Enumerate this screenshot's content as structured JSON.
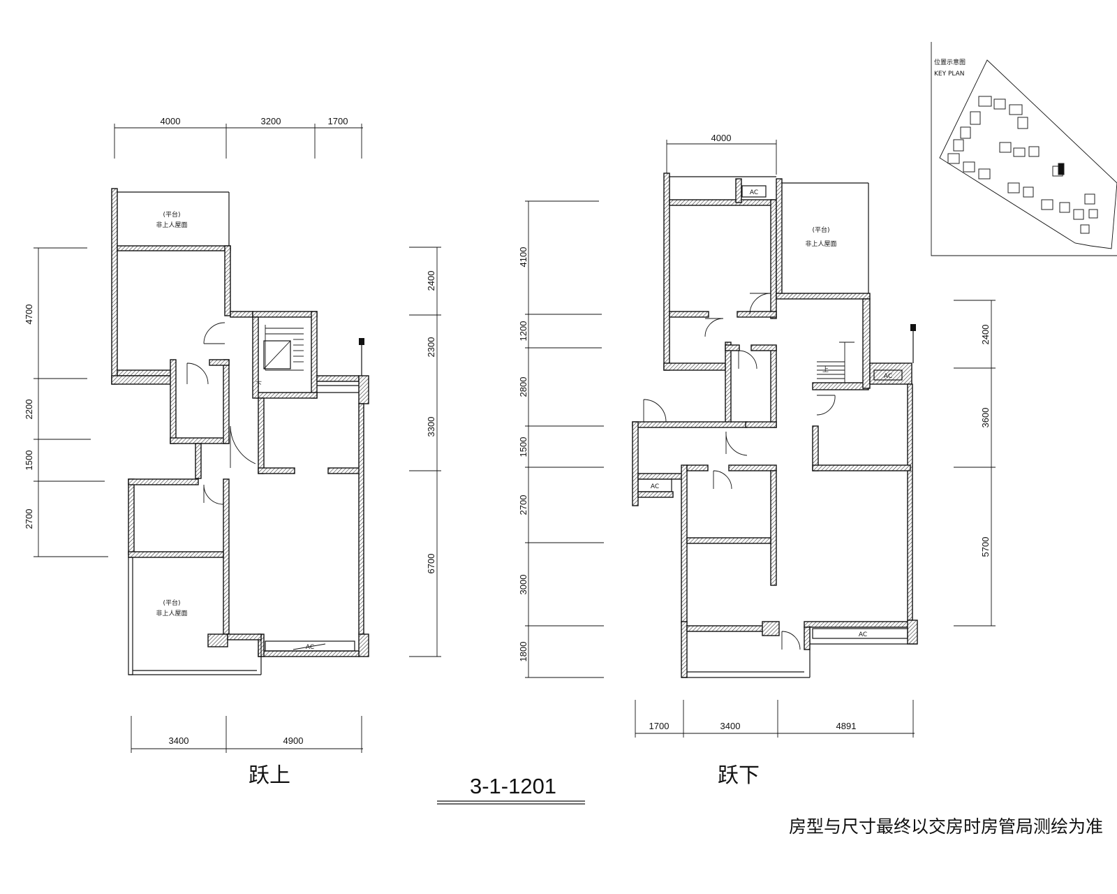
{
  "plan_code": "3-1-1201",
  "note": "房型与尺寸最终以交房时房管局测绘为准",
  "key_plan": {
    "title_cn": "位置示意图",
    "title_en": "KEY PLAN"
  },
  "upper_floor": {
    "label": "跃上",
    "terrace_label_top": "(平台)",
    "terrace_label_bottom": "非上人屋面",
    "stair_label": "下",
    "ac_label": "AC",
    "dims_top": [
      "4000",
      "3200",
      "1700"
    ],
    "dims_bottom": [
      "3400",
      "4900"
    ],
    "dims_left": [
      "4700",
      "2200",
      "1500",
      "2700"
    ],
    "dims_right": [
      "2400",
      "2300",
      "3300",
      "6700"
    ]
  },
  "lower_floor": {
    "label": "跃下",
    "terrace_label_top": "(平台)",
    "terrace_label_bottom": "非上人屋面",
    "stair_label": "上",
    "ac_label": "AC",
    "dims_top": [
      "4000"
    ],
    "dims_bottom": [
      "1700",
      "3400",
      "4891"
    ],
    "dims_left": [
      "4100",
      "1200",
      "2800",
      "1500",
      "2700",
      "3000",
      "1800"
    ],
    "dims_right": [
      "2400",
      "3600",
      "5700"
    ]
  }
}
